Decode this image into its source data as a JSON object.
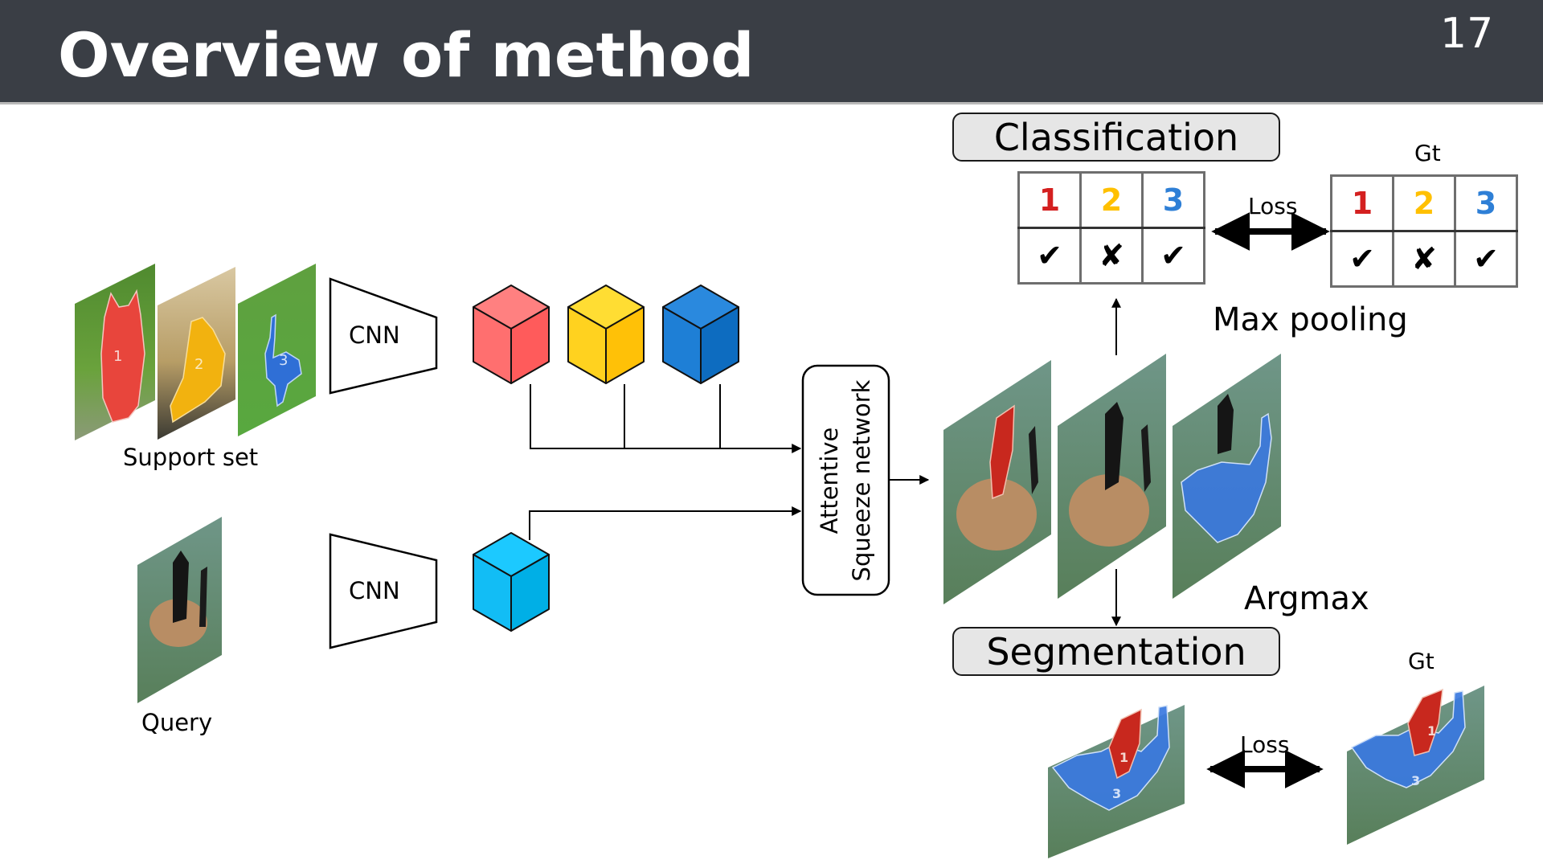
{
  "slide": {
    "title": "Overview of method",
    "page_number": "17"
  },
  "left": {
    "support_label": "Support set",
    "query_label": "Query",
    "cnn_top_label": "CNN",
    "cnn_bottom_label": "CNN",
    "support_images": [
      {
        "class_id": "1",
        "color": "#e8453c",
        "background": "grass"
      },
      {
        "class_id": "2",
        "color": "#f2b20f",
        "background": "dry-grass"
      },
      {
        "class_id": "3",
        "color": "#2f6fd6",
        "background": "grass"
      }
    ],
    "support_cubes": [
      {
        "name": "red",
        "front": "#ff6f6f",
        "top": "#ff8080",
        "side": "#ff5b5b"
      },
      {
        "name": "yellow",
        "front": "#ffd21f",
        "top": "#ffdd33",
        "side": "#ffc107"
      },
      {
        "name": "blue",
        "front": "#1e7fd6",
        "top": "#2a89de",
        "side": "#0d6cc0"
      }
    ],
    "query_cube": {
      "name": "cyan",
      "front": "#12bdf5",
      "top": "#1cc9ff",
      "side": "#00afe6"
    }
  },
  "center": {
    "asn_line1": "Attentive",
    "asn_line2": "Squeeze network"
  },
  "right": {
    "classification_label": "Classification",
    "segmentation_label": "Segmentation",
    "max_pooling_label": "Max pooling",
    "argmax_label": "Argmax",
    "cls_loss_label": "Loss",
    "seg_loss_label": "Loss",
    "cls_gt_label": "Gt",
    "seg_gt_label": "Gt",
    "class_colors": {
      "1": "#d42020",
      "2": "#ffc000",
      "3": "#2e7fd6"
    },
    "prediction": {
      "classes": [
        "1",
        "2",
        "3"
      ],
      "marks": [
        "✔",
        "✘",
        "✔"
      ]
    },
    "ground_truth": {
      "classes": [
        "1",
        "2",
        "3"
      ],
      "marks": [
        "✔",
        "✘",
        "✔"
      ]
    },
    "score_maps": [
      {
        "class_id": "1",
        "overlay_color": "#c8281e"
      },
      {
        "class_id": "2",
        "overlay_color": "none"
      },
      {
        "class_id": "3",
        "overlay_color": "#3a78e0"
      }
    ],
    "seg_prediction_classes": [
      "1",
      "3"
    ],
    "seg_gt_classes": [
      "1",
      "3"
    ]
  }
}
